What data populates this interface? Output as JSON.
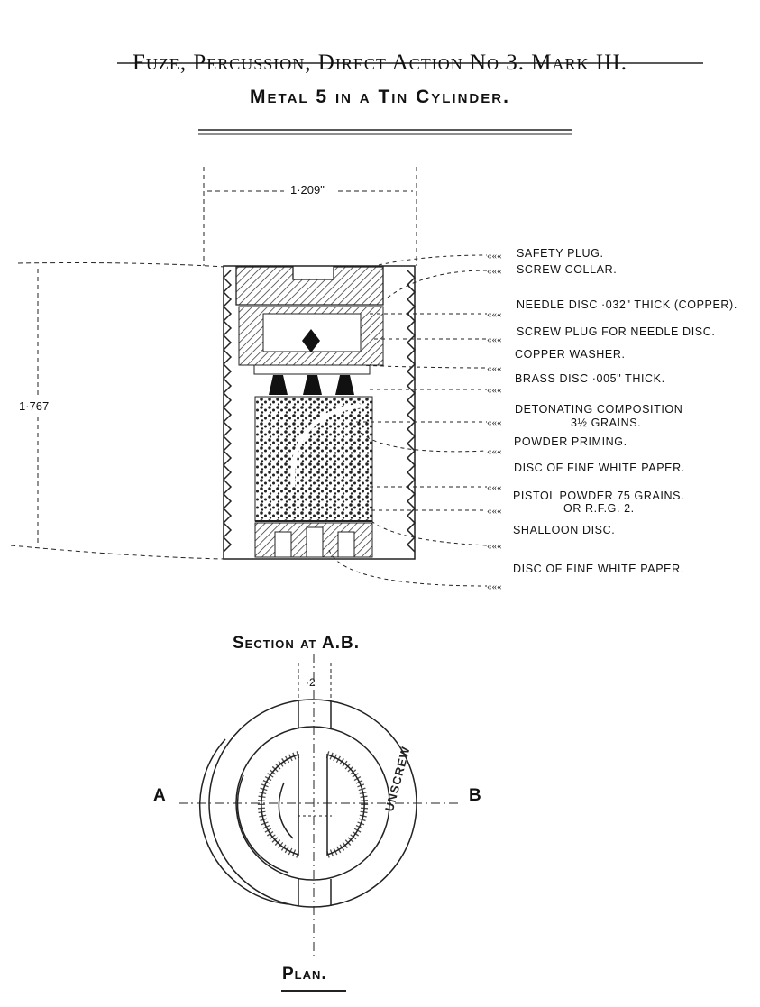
{
  "title": "Fuze, Percussion, Direct Action No 3. Mark III.",
  "subtitle": "Metal 5 in a Tin Cylinder.",
  "dimensions": {
    "width": "1·209\"",
    "height": "1·767",
    "slot": "·2"
  },
  "labels": [
    "SAFETY PLUG.",
    "SCREW COLLAR.",
    "NEEDLE DISC ·032\" THICK (COPPER).",
    "SCREW PLUG FOR NEEDLE DISC.",
    "COPPER WASHER.",
    "BRASS DISC ·005\" THICK.",
    "DETONATING COMPOSITION",
    "3½ GRAINS.",
    "POWDER PRIMING.",
    "DISC OF FINE WHITE PAPER.",
    "PISTOL POWDER 75 GRAINS.",
    "OR R.F.G. 2.",
    "SHALLOON DISC.",
    "DISC OF FINE WHITE PAPER."
  ],
  "section": {
    "title": "Section at A.B.",
    "point_a": "A",
    "point_b": "B",
    "dial_text": "UNSCREW"
  },
  "plan_title": "Plan."
}
